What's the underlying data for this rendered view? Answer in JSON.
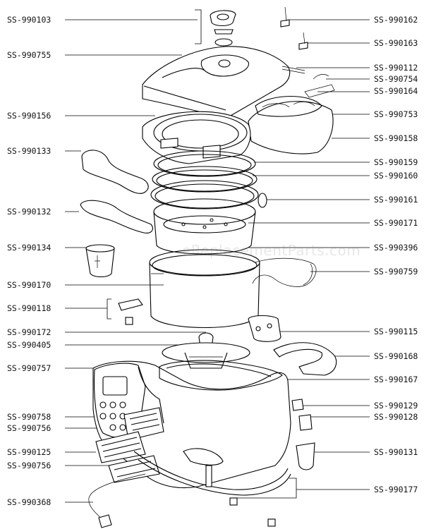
{
  "watermark": "eReplacementParts.com",
  "labels_left": [
    "SS-990103",
    "SS-990755",
    "SS-990156",
    "SS-990133",
    "SS-990132",
    "SS-990134",
    "SS-990170",
    "SS-990118",
    "SS-990172",
    "SS-990405",
    "SS-990757",
    "SS-990758",
    "SS-990756",
    "SS-990125",
    "SS-990756",
    "SS-990368"
  ],
  "labels_right": [
    "SS-990162",
    "SS-990163",
    "SS-990112",
    "SS-990754",
    "SS-990164",
    "SS-990753",
    "SS-990158",
    "SS-990159",
    "SS-990160",
    "SS-990161",
    "SS-990171",
    "SS-990396",
    "SS-990759",
    "SS-990115",
    "SS-990168",
    "SS-990167",
    "SS-990129",
    "SS-990128",
    "SS-990131",
    "SS-990177"
  ]
}
